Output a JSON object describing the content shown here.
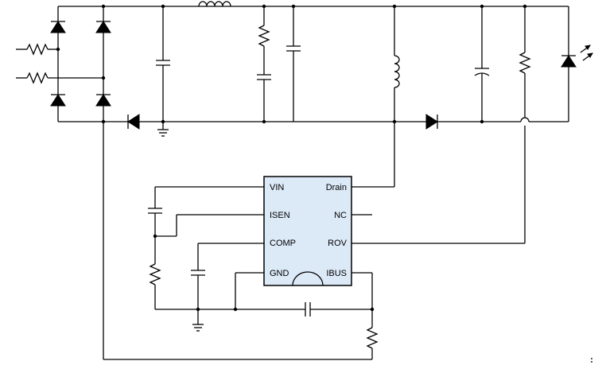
{
  "ic": {
    "pins_left": [
      "VIN",
      "ISEN",
      "COMP",
      "GND"
    ],
    "pins_right": [
      "Drain",
      "NC",
      "ROV",
      "IBUS"
    ]
  },
  "colors": {
    "ic_fill": "#dce9f7",
    "wire": "#000000",
    "background": "#ffffff"
  }
}
